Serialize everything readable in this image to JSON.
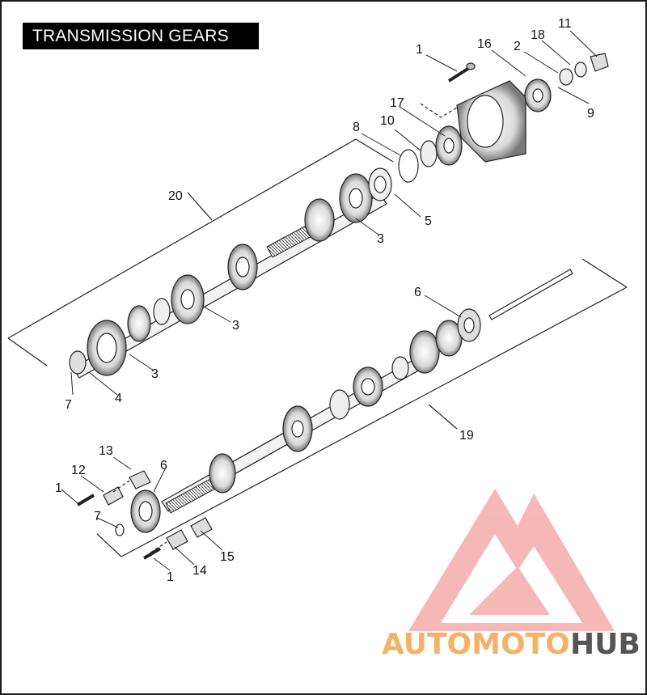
{
  "title": "TRANSMISSION GEARS",
  "callouts": [
    {
      "id": "c1a",
      "text": "1"
    },
    {
      "id": "c11",
      "text": "11"
    },
    {
      "id": "c16",
      "text": "16"
    },
    {
      "id": "c18",
      "text": "18"
    },
    {
      "id": "c2",
      "text": "2"
    },
    {
      "id": "c9",
      "text": "9"
    },
    {
      "id": "c17",
      "text": "17"
    },
    {
      "id": "c8",
      "text": "8"
    },
    {
      "id": "c10",
      "text": "10"
    },
    {
      "id": "c20",
      "text": "20"
    },
    {
      "id": "c5",
      "text": "5"
    },
    {
      "id": "c3a",
      "text": "3"
    },
    {
      "id": "c3b",
      "text": "3"
    },
    {
      "id": "c3c",
      "text": "3"
    },
    {
      "id": "c7a",
      "text": "7"
    },
    {
      "id": "c4",
      "text": "4"
    },
    {
      "id": "c6a",
      "text": "6"
    },
    {
      "id": "c19",
      "text": "19"
    },
    {
      "id": "c13",
      "text": "13"
    },
    {
      "id": "c6b",
      "text": "6"
    },
    {
      "id": "c12",
      "text": "12"
    },
    {
      "id": "c1b",
      "text": "1"
    },
    {
      "id": "c7b",
      "text": "7"
    },
    {
      "id": "c15",
      "text": "15"
    },
    {
      "id": "c14",
      "text": "14"
    },
    {
      "id": "c1c",
      "text": "1"
    }
  ],
  "watermark": {
    "part1": "AUTOMOTO",
    "part2": "HUB",
    "color_primary": "#f4a261",
    "color_secondary": "#555555",
    "logo_color": "#f08080"
  }
}
